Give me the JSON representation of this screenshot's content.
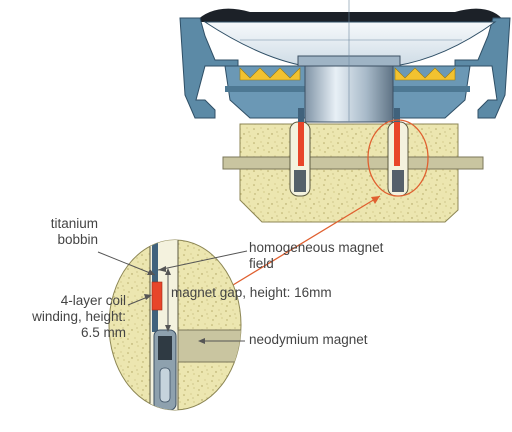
{
  "labels": {
    "titanium_bobbin": [
      "titanium",
      "bobbin"
    ],
    "coil_winding": [
      "4-layer coil",
      "winding, height:",
      "6.5 mm"
    ],
    "magnet_field": [
      "homogeneous magnet",
      "field"
    ],
    "magnet_gap": "magnet gap, height: 16mm",
    "neodymium_magnet": "neodymium magnet"
  },
  "colors": {
    "frame": "#5c8aa6",
    "frame_dark": "#2f4f66",
    "magnet_block": "#ece6b0",
    "plate": "#c9c5a0",
    "coil": "#e8452a",
    "cone": "#e7eef3",
    "spider": "#f2c230",
    "highlight_circle": "#e06030",
    "callout_arrow": "#e06030"
  }
}
